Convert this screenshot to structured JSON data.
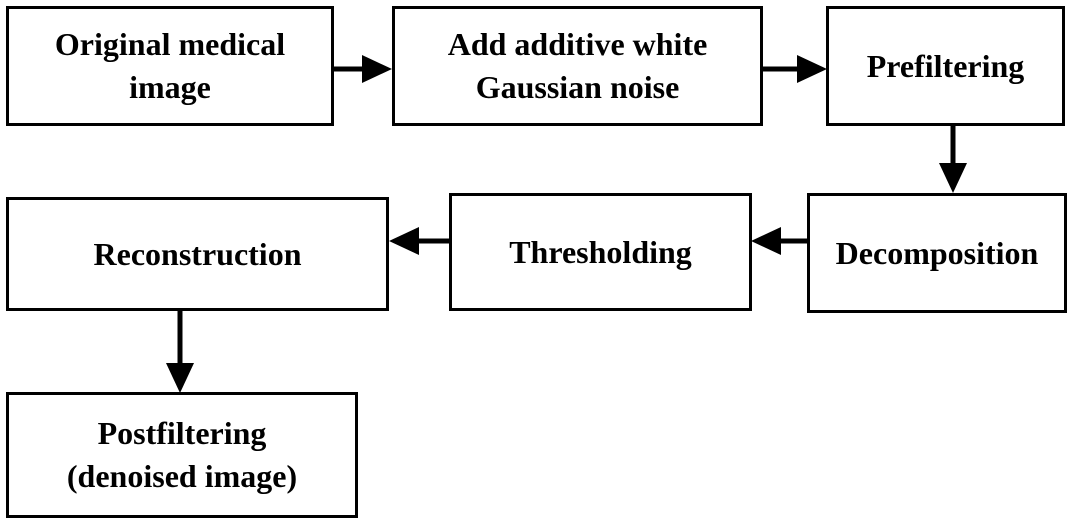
{
  "diagram": {
    "colors": {
      "stroke": "#000000",
      "fill": "#ffffff",
      "text": "#000000"
    },
    "nodes": {
      "original": {
        "lines": [
          "Original medical",
          "image"
        ]
      },
      "add_noise": {
        "lines": [
          "Add additive white",
          "Gaussian noise"
        ]
      },
      "prefiltering": {
        "lines": [
          "Prefiltering"
        ]
      },
      "decomposition": {
        "lines": [
          "Decomposition"
        ]
      },
      "thresholding": {
        "lines": [
          "Thresholding"
        ]
      },
      "reconstruction": {
        "lines": [
          "Reconstruction"
        ]
      },
      "postfiltering": {
        "lines": [
          "Postfiltering",
          "(denoised image)"
        ]
      }
    },
    "edges": [
      {
        "from": "original",
        "to": "add_noise"
      },
      {
        "from": "add_noise",
        "to": "prefiltering"
      },
      {
        "from": "prefiltering",
        "to": "decomposition"
      },
      {
        "from": "decomposition",
        "to": "thresholding"
      },
      {
        "from": "thresholding",
        "to": "reconstruction"
      },
      {
        "from": "reconstruction",
        "to": "postfiltering"
      }
    ]
  }
}
